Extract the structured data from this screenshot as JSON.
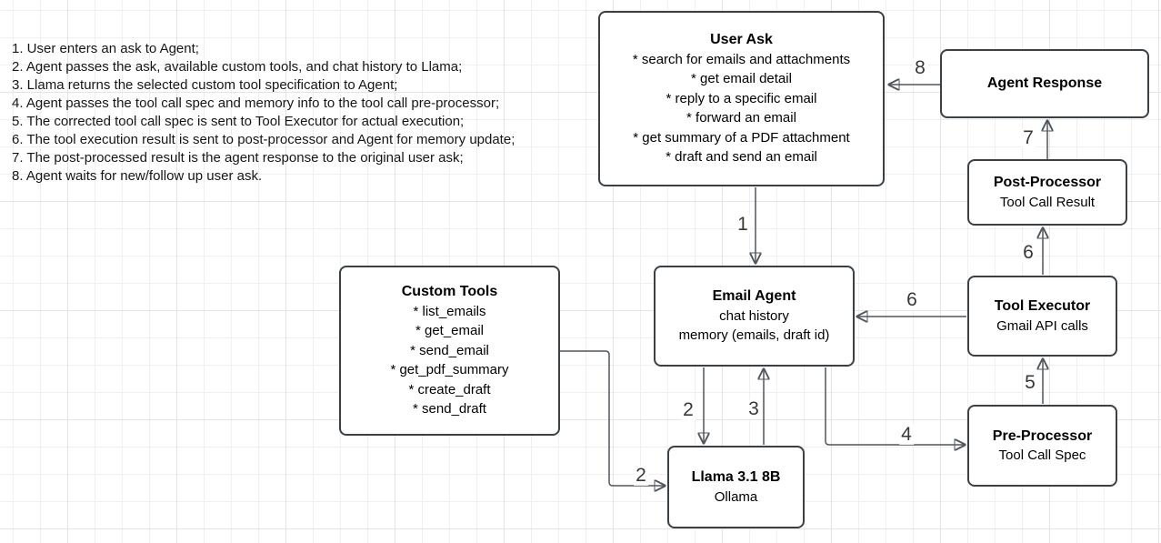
{
  "notes": {
    "items": [
      "1. User enters an ask to Agent;",
      "2. Agent passes the ask, available custom tools, and chat history to Llama;",
      "3. Llama returns the selected custom tool specification to Agent;",
      "4. Agent passes the tool call spec and memory info to the tool call pre-processor;",
      "5. The corrected tool call spec is sent to Tool Executor for actual execution;",
      "6. The tool execution result is sent to post-processor and Agent for memory update;",
      "7. The post-processed result is the agent response to the original user ask;",
      "8. Agent waits for new/follow up user ask."
    ]
  },
  "boxes": {
    "user_ask": {
      "title": "User Ask",
      "lines": [
        "* search for emails and attachments",
        "* get email detail",
        "* reply to a specific email",
        "* forward an email",
        "* get summary of a PDF attachment",
        "* draft and send an email"
      ]
    },
    "agent_response": {
      "title": "Agent Response"
    },
    "post_processor": {
      "title": "Post-Processor",
      "subtitle": "Tool Call Result"
    },
    "tool_executor": {
      "title": "Tool Executor",
      "subtitle": "Gmail API calls"
    },
    "email_agent": {
      "title": "Email Agent",
      "lines": [
        "chat history",
        "memory (emails, draft id)"
      ]
    },
    "custom_tools": {
      "title": "Custom Tools",
      "lines": [
        "* list_emails",
        "* get_email",
        "* send_email",
        "* get_pdf_summary",
        "* create_draft",
        "* send_draft"
      ]
    },
    "pre_processor": {
      "title": "Pre-Processor",
      "subtitle": "Tool Call Spec"
    },
    "llama": {
      "title": "Llama 3.1 8B",
      "subtitle": "Ollama"
    }
  },
  "edges": {
    "e1_user_ask_to_email_agent": {
      "label": "1"
    },
    "e2_email_agent_to_llama": {
      "label": "2"
    },
    "e2_custom_tools_to_llama": {
      "label": "2"
    },
    "e3_llama_to_email_agent": {
      "label": "3"
    },
    "e4_email_agent_to_pre_processor": {
      "label": "4"
    },
    "e5_pre_processor_to_tool_executor": {
      "label": "5"
    },
    "e6_tool_executor_to_post_processor": {
      "label": "6"
    },
    "e6_tool_executor_to_email_agent": {
      "label": "6"
    },
    "e7_post_processor_to_agent_response": {
      "label": "7"
    },
    "e8_agent_response_to_user_ask": {
      "label": "8"
    }
  },
  "colors": {
    "node_border": "#3b4045",
    "arrow": "#50565c",
    "grid_minor": "#efefef",
    "grid_major": "#e4e4e4",
    "background": "#ffffff",
    "text": "#000000"
  }
}
